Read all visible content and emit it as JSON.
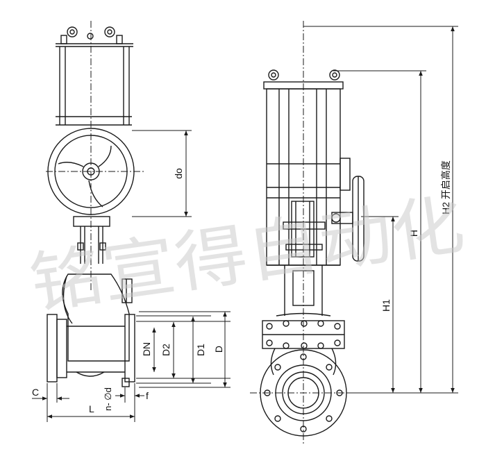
{
  "labels": {
    "do": "do",
    "DN": "DN",
    "D2": "D2",
    "D1": "D1",
    "D": "D",
    "C": "C",
    "L": "L",
    "nd": "n- ∅d",
    "f": "f",
    "H1": "H1",
    "H": "H",
    "H2": "H2 开启高度"
  },
  "watermark": "铭宣得自动化",
  "colors": {
    "line": "#1a1a1a",
    "watermark": "#c8c8c8"
  }
}
